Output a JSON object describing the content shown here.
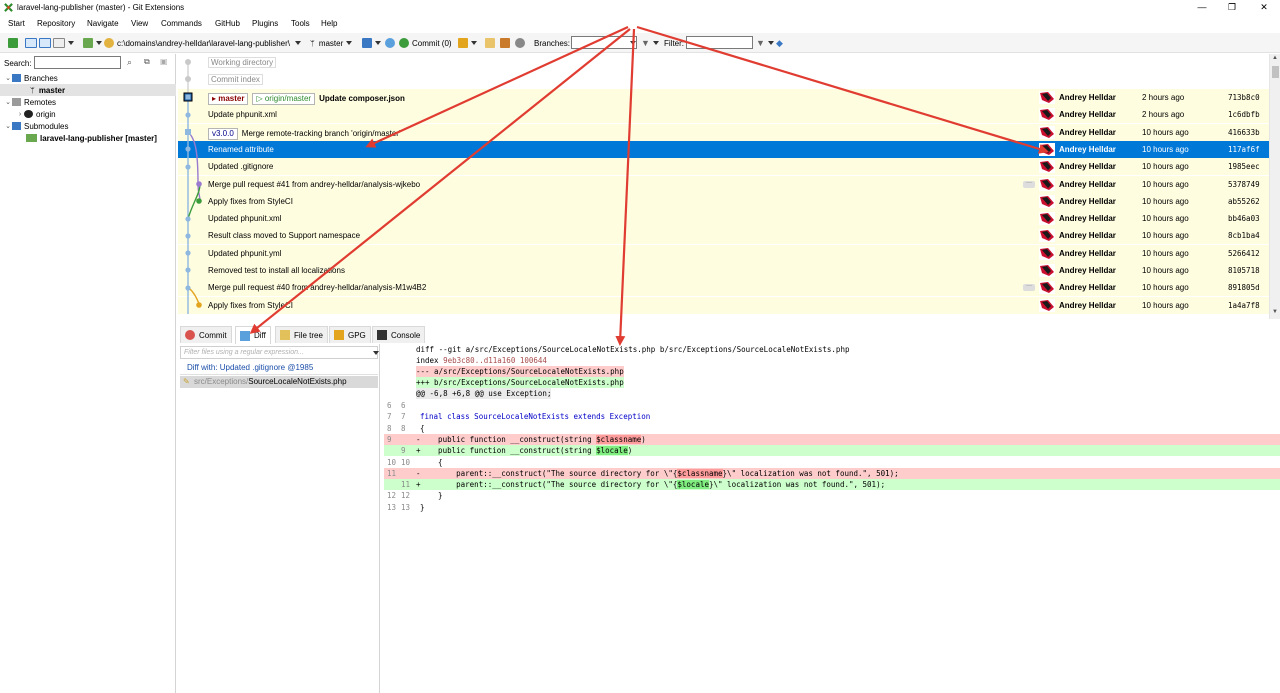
{
  "window": {
    "title": "laravel-lang-publisher (master) - Git Extensions",
    "minimize": "—",
    "maximize": "❐",
    "close": "✕"
  },
  "menu": [
    "Start",
    "Repository",
    "Navigate",
    "View",
    "Commands",
    "GitHub",
    "Plugins",
    "Tools",
    "Help"
  ],
  "toolbar": {
    "path": "c:\\domains\\andrey-helldar\\laravel-lang-publisher\\",
    "branch": "master",
    "commit": "Commit (0)",
    "branches_label": "Branches:",
    "filter_label": "Filter:"
  },
  "left_panel": {
    "search_label": "Search:",
    "tree": {
      "branches": "Branches",
      "master": "master",
      "remotes": "Remotes",
      "origin": "origin",
      "submodules": "Submodules",
      "submodule": "laravel-lang-publisher [master]"
    }
  },
  "grid": {
    "working_directory": "Working directory",
    "commit_index": "Commit index",
    "more": "···",
    "rows": [
      {
        "refs": [
          {
            "text": "master",
            "kind": "local"
          },
          {
            "text": "origin/master",
            "kind": "remote"
          }
        ],
        "message": "Update composer.json",
        "bold": true,
        "author": "Andrey Helldar",
        "date": "2 hours ago",
        "hash": "713b8c0"
      },
      {
        "refs": [],
        "message": "Update phpunit.xml",
        "author": "Andrey Helldar",
        "date": "2 hours ago",
        "hash": "1c6dbfb"
      },
      {
        "refs": [
          {
            "text": "v3.0.0",
            "kind": "tag"
          }
        ],
        "message": "Merge remote-tracking branch 'origin/master'",
        "author": "Andrey Helldar",
        "date": "10 hours ago",
        "hash": "416633b"
      },
      {
        "refs": [],
        "message": "Renamed attribute",
        "author": "Andrey Helldar",
        "date": "10 hours ago",
        "hash": "117af6f",
        "selected": true
      },
      {
        "refs": [],
        "message": "Updated .gitignore",
        "author": "Andrey Helldar",
        "date": "10 hours ago",
        "hash": "1985eec"
      },
      {
        "refs": [],
        "message": "Merge pull request #41 from andrey-helldar/analysis-wjkebo",
        "author": "Andrey Helldar",
        "date": "10 hours ago",
        "hash": "5378749",
        "more": true
      },
      {
        "refs": [],
        "message": "Apply fixes from StyleCI",
        "author": "Andrey Helldar",
        "date": "10 hours ago",
        "hash": "ab55262"
      },
      {
        "refs": [],
        "message": "Updated phpunit.xml",
        "author": "Andrey Helldar",
        "date": "10 hours ago",
        "hash": "bb46a03"
      },
      {
        "refs": [],
        "message": "Result class moved to Support namespace",
        "author": "Andrey Helldar",
        "date": "10 hours ago",
        "hash": "8cb1ba4"
      },
      {
        "refs": [],
        "message": "Updated phpunit.yml",
        "author": "Andrey Helldar",
        "date": "10 hours ago",
        "hash": "5266412"
      },
      {
        "refs": [],
        "message": "Removed test to install all localizations",
        "author": "Andrey Helldar",
        "date": "10 hours ago",
        "hash": "8105718"
      },
      {
        "refs": [],
        "message": "Merge pull request #40 from andrey-helldar/analysis-M1w4B2",
        "author": "Andrey Helldar",
        "date": "10 hours ago",
        "hash": "891805d",
        "more": true
      },
      {
        "refs": [],
        "message": "Apply fixes from StyleCI",
        "author": "Andrey Helldar",
        "date": "10 hours ago",
        "hash": "1a4a7f8"
      }
    ]
  },
  "tabs": [
    "Commit",
    "Diff",
    "File tree",
    "GPG",
    "Console"
  ],
  "diff_files": {
    "filter_placeholder": "Filter files using a regular expression...",
    "diff_with": "Diff with: Updated .gitignore @1985",
    "file_dir": "src/Exceptions/",
    "file_name": "SourceLocaleNotExists.php"
  },
  "diff": {
    "header1": "diff --git a/src/Exceptions/SourceLocaleNotExists.php b/src/Exceptions/SourceLocaleNotExists.php",
    "header2_label": "index ",
    "header2_a": "9eb3c80..d11a160",
    "header2_b": " 100644",
    "minus_file": "--- a/src/Exceptions/SourceLocaleNotExists.php",
    "plus_file": "+++ b/src/Exceptions/SourceLocaleNotExists.php",
    "hunk": "@@ -6,8 +6,8 @@ use Exception;",
    "lines": [
      {
        "old": "6",
        "new": "6",
        "sign": " ",
        "text": ""
      },
      {
        "old": "7",
        "new": "7",
        "sign": " ",
        "kind": "class",
        "text": "final class SourceLocaleNotExists extends Exception"
      },
      {
        "old": "8",
        "new": "8",
        "sign": " ",
        "text": "{"
      },
      {
        "old": "9",
        "new": "",
        "sign": "-",
        "kind": "del",
        "pre": "    public function __construct(string ",
        "mark": "$classname",
        "post": ")"
      },
      {
        "old": "",
        "new": "9",
        "sign": "+",
        "kind": "add",
        "pre": "    public function __construct(string ",
        "mark": "$locale",
        "post": ")"
      },
      {
        "old": "10",
        "new": "10",
        "sign": " ",
        "text": "    {"
      },
      {
        "old": "11",
        "new": "",
        "sign": "-",
        "kind": "del",
        "pre": "        parent::__construct(\"The source directory for \\\"{",
        "mark": "$classname",
        "post": "}\\\" localization was not found.\", 501);"
      },
      {
        "old": "",
        "new": "11",
        "sign": "+",
        "kind": "add",
        "pre": "        parent::__construct(\"The source directory for \\\"{",
        "mark": "$locale",
        "post": "}\\\" localization was not found.\", 501);"
      },
      {
        "old": "12",
        "new": "12",
        "sign": " ",
        "text": "    }"
      },
      {
        "old": "13",
        "new": "13",
        "sign": " ",
        "text": "}"
      }
    ]
  },
  "colors": {
    "selection": "#0078d7",
    "row_yellow": "#fffde0",
    "arrow": "#e03c31",
    "diff_del": "#ffcccc",
    "diff_add": "#ccffcc"
  }
}
